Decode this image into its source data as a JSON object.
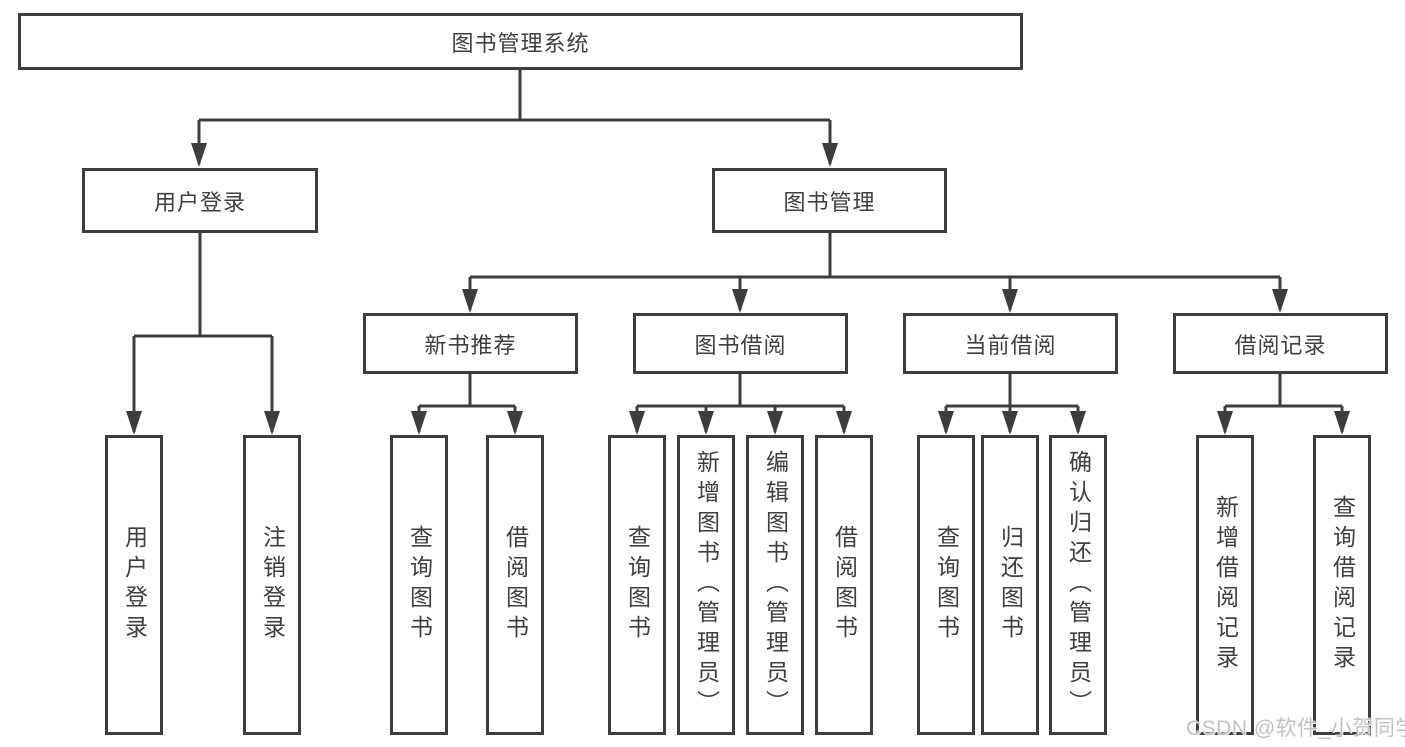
{
  "title": "图书管理系统",
  "colors": {
    "line": "#3d3d3d",
    "box_border": "#3d3d3d",
    "box_fill": "#ffffff",
    "text": "#3f3f3f",
    "background": "#ffffff",
    "watermark": "#bfc3c7"
  },
  "tree": {
    "root": {
      "label": "图书管理系统"
    },
    "level2": [
      {
        "label": "用户登录",
        "children": [
          {
            "label": "用户登录"
          },
          {
            "label": "注销登录"
          }
        ]
      },
      {
        "label": "图书管理",
        "children": [
          {
            "label": "新书推荐",
            "children": [
              {
                "label": "查询图书"
              },
              {
                "label": "借阅图书"
              }
            ]
          },
          {
            "label": "图书借阅",
            "children": [
              {
                "label": "查询图书"
              },
              {
                "label": "新增图书（管理员）"
              },
              {
                "label": "编辑图书（管理员）"
              },
              {
                "label": "借阅图书"
              }
            ]
          },
          {
            "label": "当前借阅",
            "children": [
              {
                "label": "查询图书"
              },
              {
                "label": "归还图书"
              },
              {
                "label": "确认归还（管理员）"
              }
            ]
          },
          {
            "label": "借阅记录",
            "children": [
              {
                "label": "新增借阅记录"
              },
              {
                "label": "查询借阅记录"
              }
            ]
          }
        ]
      }
    ]
  },
  "watermark": "CSDN @软件_小贺同学"
}
